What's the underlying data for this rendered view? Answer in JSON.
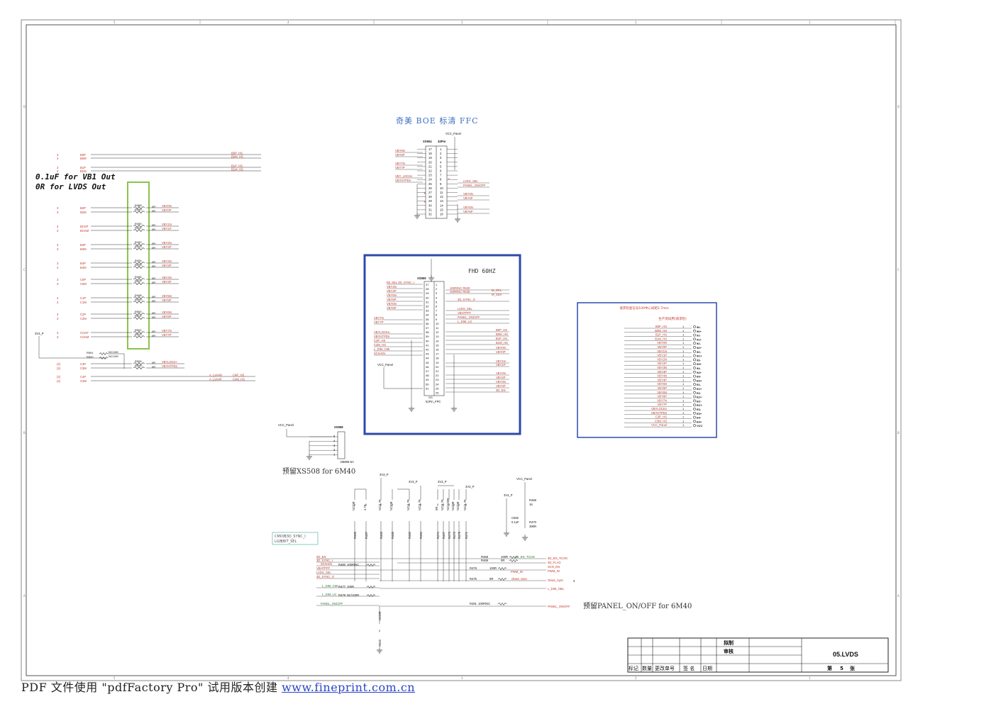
{
  "border": {
    "top_markers": [
      "5",
      "4",
      "3",
      "2",
      "1"
    ],
    "side_markers": [
      "D",
      "C",
      "B",
      "A"
    ]
  },
  "notes": {
    "vb1_note_1": "0.1uF for VB1 Out",
    "vb1_note_2": "0R for LVDS Out",
    "ffc32_title": "奇美 BOE 标清 FFC",
    "fhd_title": "FHD 60HZ",
    "xs508_note": "预留XS508 for 6M40",
    "panel_note": "预留PANEL_ON/OFF for 6M40",
    "cmo_note_1": "CMO用3D_SYNC_I",
    "cmo_note_2": "LG用BIT_SEL",
    "test_title": "请求检查信号100中心间距2.7mm",
    "test_sub": "生产测试用(请求检)"
  },
  "left_bus": {
    "top_rows": [
      {
        "ref": "3",
        "net": "B0P",
        "out": "B0P_HS"
      },
      {
        "ref": "3",
        "net": "B0M",
        "out": "B0M_HS"
      },
      {
        "ref": "3",
        "net": "B1P",
        "out": "B1P_HS"
      },
      {
        "ref": "3",
        "net": "B1M",
        "out": "B1M_HS"
      }
    ],
    "groups": [
      {
        "ref": "3",
        "p": "B2P",
        "m": "B2M",
        "ra": "R488",
        "rb": "R489",
        "va": "0R",
        "vb": "0R",
        "oa": "VBY0N",
        "ob": "VBY0P"
      },
      {
        "ref": "3",
        "p": "BCKP",
        "m": "BCKM",
        "ra": "R490",
        "rb": "R491",
        "va": "0R",
        "vb": "0R",
        "oa": "VBY1N",
        "ob": "VBY1P"
      },
      {
        "ref": "3",
        "p": "B3P",
        "m": "B3M",
        "ra": "R492",
        "rb": "R493",
        "va": "0R",
        "vb": "0R",
        "oa": "VBY2N",
        "ob": "VBY2P"
      },
      {
        "ref": "3",
        "p": "B4P",
        "m": "B4M",
        "ra": "R494",
        "rb": "R495",
        "va": "0R",
        "vb": "0R",
        "oa": "VBY3N",
        "ob": "VBY3P"
      },
      {
        "ref": "3",
        "p": "C0P",
        "m": "C0M",
        "ra": "R496",
        "rb": "R497",
        "va": "0R",
        "vb": "0R",
        "oa": "VBY4N",
        "ob": "VBY4P"
      },
      {
        "ref": "3",
        "p": "C1P",
        "m": "C1M",
        "ra": "R498",
        "rb": "R499",
        "va": "0R",
        "vb": "0R",
        "oa": "VBY5N",
        "ob": "VBY5P"
      },
      {
        "ref": "3",
        "p": "C2P",
        "m": "C2M",
        "ra": "R500",
        "rb": "R501",
        "va": "0R",
        "vb": "0R",
        "oa": "VBY6N",
        "ob": "VBY6P"
      },
      {
        "ref": "3",
        "p": "CCKP",
        "m": "CCKM",
        "ra": "R502",
        "rb": "R503",
        "va": "0R",
        "vb": "0R",
        "oa": "VBY7N",
        "ob": "VBY7P"
      }
    ],
    "v33": "3V3_P",
    "r591": "R591",
    "r591v": "NC/10K",
    "r592": "R592",
    "r592v": "NC/10K",
    "lower": [
      {
        "ref": "(2)",
        "net": "C3P",
        "rr": "R505",
        "rv": "0R",
        "out": "VBYLOCK+"
      },
      {
        "ref": "(2)",
        "net": "C3M",
        "rr": "R506",
        "rv": "0R",
        "out": "VBYHTPDn"
      },
      {
        "ref": "(2)",
        "net": "C4P",
        "lbl": "A_LVA4N",
        "out": "C4P_HS"
      },
      {
        "ref": "(2)",
        "net": "C4M",
        "lbl": "A_LVA4P",
        "out": "C4M_HS"
      }
    ]
  },
  "xs504": {
    "ref": "XS504",
    "pins_label": "32Pin",
    "vcc": "VCC_Panel",
    "left_pins": [
      "17",
      "18",
      "19",
      "20",
      "21",
      "22",
      "23",
      "24",
      "25",
      "26",
      "27",
      "28",
      "29",
      "30",
      "31",
      "32"
    ],
    "right_pins": [
      "1",
      "2",
      "3",
      "4",
      "5",
      "6",
      "7",
      "8",
      "9",
      "10",
      "11",
      "12",
      "13",
      "14",
      "15",
      "16"
    ],
    "left_nets": [
      "VBY6N",
      "VBY6P",
      "",
      "VBY7N",
      "VBY7P",
      "",
      "VBY_LOCKn",
      "VBYHTPDn"
    ],
    "right_nets": [
      "LVDS_SEL",
      "PANEL_ON/OFF",
      "",
      "VBY4N",
      "VBY4P",
      "",
      "VBY5N",
      "VBY5P"
    ]
  },
  "xs505": {
    "ref": "XS505",
    "type": "51Pin_FPC",
    "left_nets": [
      "Bit_SEL  3D_SYNC_I",
      "VBY4N",
      "VBY4P",
      "VBY5N",
      "VBY5P",
      "VBY6N",
      "VBY6P",
      "",
      "VBY7N",
      "VBY7P",
      "",
      "VBYLOCKn",
      "VBYHTPDn",
      "C3P_HS",
      "C3M_HS",
      "L_DIM_CMI",
      "SCN-EN"
    ],
    "right_nets": [
      "100R/NC   R530",
      "100R/NC  R535",
      "3D_SYNC_O",
      "LVDS_SEL",
      "VBHTPFF",
      "PANEL_ON/OFF",
      "L_DIM_LG",
      "",
      "B0P_HS",
      "B0M_HS",
      "B1P_HS",
      "B1M_HS",
      "VBY0N",
      "VBY0P",
      "",
      "VBY1N",
      "VBY1P",
      "",
      "VBY2N",
      "VBY2P",
      "VBY3N",
      "VBY3P",
      "3D_EN"
    ],
    "sig_right": [
      "M_SCL",
      "M_SDA"
    ],
    "vcc": "VCC_Panel"
  },
  "test_points": {
    "nets": [
      "B0P_HS",
      "B0M_HS",
      "B1P_HS",
      "B1M_HS",
      "VBY0N",
      "VBY0P",
      "VBY1N",
      "VBY1P",
      "VBY2N",
      "VBY2P",
      "VBY3N",
      "VBY3P",
      "VBY4N",
      "VBY4P",
      "VBY5N",
      "VBY5P",
      "VBY6N",
      "VBY6P",
      "VBY7N",
      "VBY7P",
      "VBYLOCKn",
      "VBYHTPDn",
      "C3P_HS",
      "C3M_HS",
      "VCC_Panel"
    ],
    "pads": [
      "90-",
      "90+",
      "91-",
      "91+",
      "92-",
      "92+",
      "9C-",
      "9C+",
      "93-",
      "93+",
      "94-",
      "94+",
      "E0-",
      "E0+",
      "E1-",
      "E1+",
      "E2-",
      "E2+",
      "EC-",
      "EC+",
      "E3-",
      "E3+",
      "E4-",
      "E4+",
      "VCC"
    ]
  },
  "xs508": {
    "ref": "XS508",
    "vcc": "VCC_Panel",
    "part": "D8806-5A",
    "pins": [
      "5",
      "4",
      "3",
      "2",
      "1"
    ]
  },
  "bottom": {
    "rails": [
      "3V3_P",
      "3V3_P",
      "3V3_P",
      "3V3_P",
      "VCC_Panel",
      "3V3_P"
    ],
    "vres": [
      {
        "ref": "R486",
        "val": "NC/0R"
      },
      {
        "ref": "R487",
        "val": "4.7K"
      },
      {
        "ref": "R483",
        "val": "NC/4.7K"
      },
      {
        "ref": "R485",
        "val": "NC/0R"
      },
      {
        "ref": "R482",
        "val": "NC/4.7K"
      },
      {
        "ref": "R484",
        "val": "NC/4.7K"
      },
      {
        "ref": "R474",
        "val": "0R"
      },
      {
        "ref": "R467",
        "val": "NC/4.7K"
      },
      {
        "ref": "R473",
        "val": "NC/100R"
      },
      {
        "ref": "R472",
        "val": "NC/0R"
      },
      {
        "ref": "R479",
        "val": "NC/0R"
      },
      {
        "ref": "R471",
        "val": "NC/4.7K"
      }
    ],
    "r466": "R466",
    "r466v": "1K",
    "c582": "C582",
    "c582v": "0.1uF",
    "r470": "R470",
    "r470v": "390R",
    "left_nets": [
      "3D_EN",
      "3D_SYNC_I",
      "SCN-EN",
      "VBHTPFF",
      "LVDS_SEL",
      "3D_SYNC_O",
      "L_DIM_CMI",
      "L_DIM_LG",
      "PANEL_ON/OFF"
    ],
    "series": [
      {
        "ref": "R468",
        "val": "100R",
        "out": "3D_EN_TCON"
      },
      {
        "ref": "R469",
        "val": "0R",
        "out": "3D_EN_TCON"
      },
      {
        "ref": "R480",
        "val": "100R/NC",
        "out": "3D_FLAG"
      },
      {
        "ref": "R476",
        "val": "100R",
        "out": "PWM_IN"
      },
      {
        "ref": "R475",
        "val": "0R",
        "out": "Glass_Sync"
      },
      {
        "ref": "R477",
        "val": "100R",
        "out": "L_DIM_OBL"
      },
      {
        "ref": "R478",
        "val": "NC/100R",
        "out": ""
      },
      {
        "ref": "R481",
        "val": "100R/NC",
        "out": "PANEL_ON/OFF"
      }
    ],
    "right_nets": [
      "3D_EN_TCON",
      "3D_FLAG",
      "SCN_EN",
      "PWM_IN",
      "Glass_Sync",
      "L_DIM_OBL"
    ],
    "r500": "R500",
    "r500v": "NC/0R",
    "gs_ref": "3"
  },
  "title_block": {
    "drawn": "拟制",
    "review": "审核",
    "title": "05.LVDS",
    "h1": "标记",
    "h2": "数量",
    "h3": "更改单号",
    "h4": "签 名",
    "h5": "日期",
    "sheet_prefix": "第",
    "sheet_no": "5",
    "sheet_suffix": "张"
  },
  "footer": {
    "text": "PDF 文件使用 \"pdfFactory Pro\" 试用版本创建 ",
    "link": "www.fineprint.com.cn"
  }
}
